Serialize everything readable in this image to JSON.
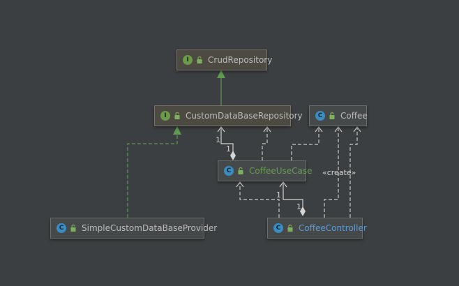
{
  "nodes": {
    "crud_repository": {
      "kind": "I",
      "name": "CrudRepository"
    },
    "custom_database_repository": {
      "kind": "I",
      "name": "CustomDataBaseRepository"
    },
    "coffee": {
      "kind": "C",
      "name": "Coffee"
    },
    "coffee_use_case": {
      "kind": "C",
      "name": "CoffeeUseCase"
    },
    "simple_custom_database_provider": {
      "kind": "C",
      "name": "SimpleCustomDataBaseProvider"
    },
    "coffee_controller": {
      "kind": "C",
      "name": "CoffeeController"
    }
  },
  "edges": {
    "use_case_to_repository_multiplicity": "1",
    "controller_to_use_case_multiplicity": "1",
    "controller_to_use_case_multiplicity_end": "1",
    "use_case_to_repository_multiplicity_end": "1",
    "controller_coffee_stereotype": "«create»"
  },
  "colors": {
    "background": "#3c3f41",
    "inheritance_edge": "#5f9a50",
    "dependency_edge": "#c8c8c8",
    "interface_badge": "#6a9a4a",
    "class_badge": "#3a8dc1",
    "highlight_green_text": "#6a9955",
    "highlight_blue_text": "#5b9bd5"
  },
  "icons": {
    "interface": "interface-badge-icon",
    "class": "class-badge-icon",
    "visibility": "lock-icon"
  }
}
